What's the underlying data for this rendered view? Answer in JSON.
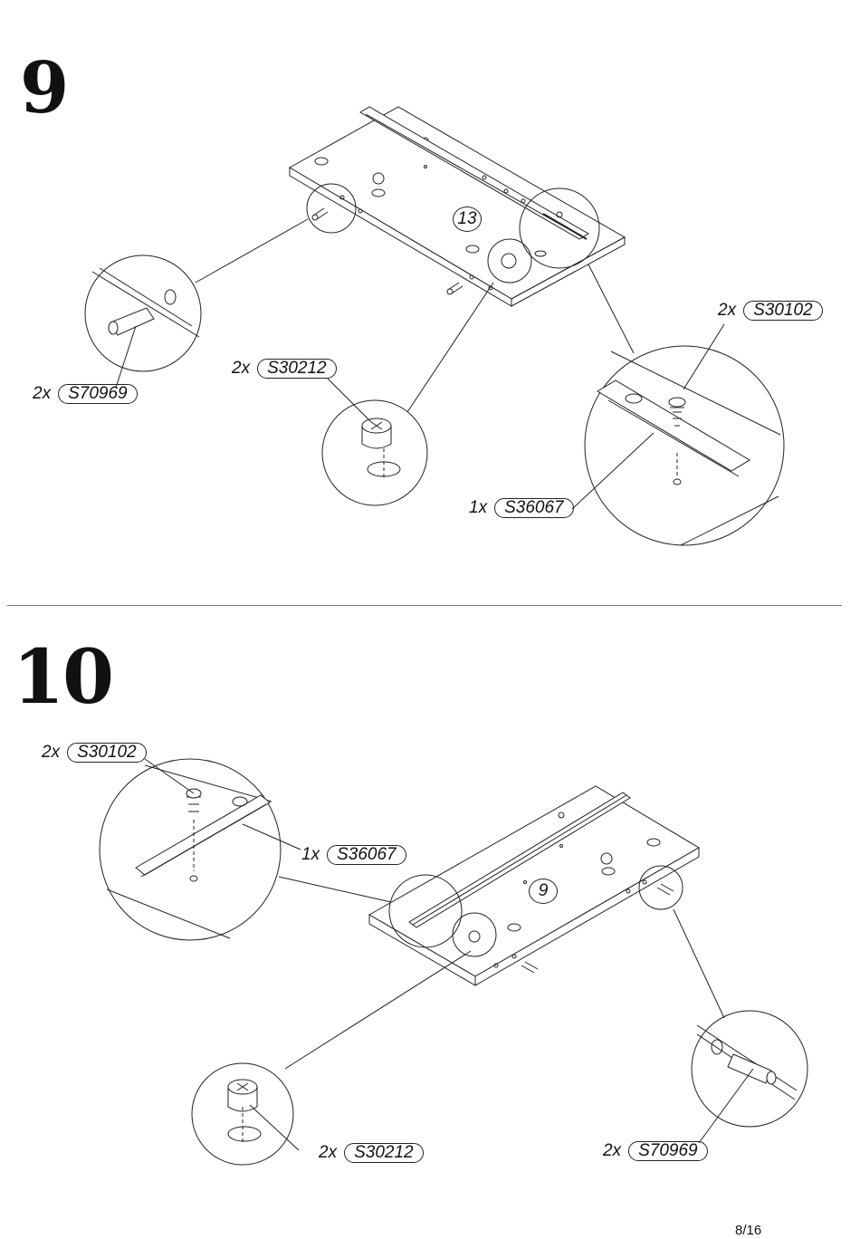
{
  "steps": [
    {
      "number": "9",
      "panel_ref": "13",
      "parts": [
        {
          "qty": "2x",
          "code": "S30102"
        },
        {
          "qty": "2x",
          "code": "S30212"
        },
        {
          "qty": "2x",
          "code": "S70969"
        },
        {
          "qty": "1x",
          "code": "S36067"
        }
      ]
    },
    {
      "number": "10",
      "panel_ref": "9",
      "parts": [
        {
          "qty": "2x",
          "code": "S30102"
        },
        {
          "qty": "1x",
          "code": "S36067"
        },
        {
          "qty": "2x",
          "code": "S30212"
        },
        {
          "qty": "2x",
          "code": "S70969"
        }
      ]
    }
  ],
  "page": "8/16"
}
